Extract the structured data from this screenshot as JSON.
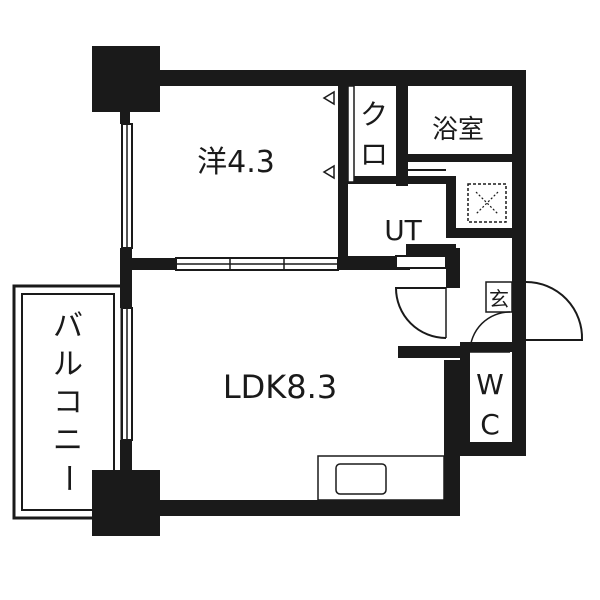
{
  "rooms": {
    "western": "洋4.3",
    "closet_top": "ク",
    "closet_bottom": "ロ",
    "bath": "浴室",
    "utility": "UT",
    "entrance": "玄",
    "toilet_top": "W",
    "toilet_bottom": "C",
    "ldk": "LDK8.3",
    "balcony": [
      "バ",
      "ル",
      "コ",
      "ニ",
      "ー"
    ]
  },
  "colors": {
    "wall": "#1a1a1a",
    "background": "#ffffff"
  }
}
